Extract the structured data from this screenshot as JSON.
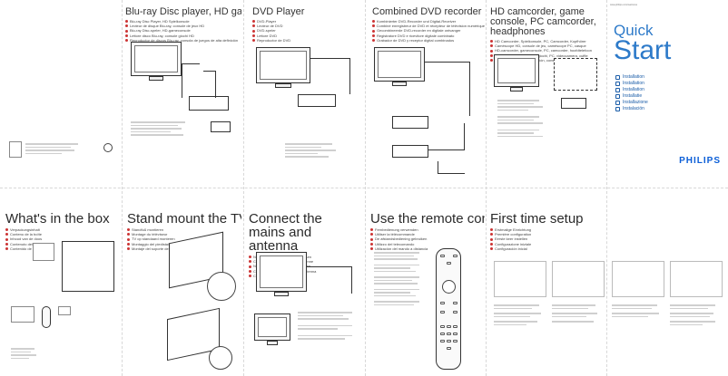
{
  "top_panels": [
    {
      "title": "Blu-ray Disc player, HD game console",
      "bullets": [
        "Blu-ray Disc Player, HD Spielkonsole",
        "Lecteur de disque Blu-ray, console de jeux HD",
        "Blu-ray Disc-speler, HD-gameconsole",
        "Lettore disco Blu-ray, console giochi HD",
        "Reproductor de discos Blu-ray, consola de juegos de alta definición"
      ]
    },
    {
      "title": "DVD Player",
      "bullets": [
        "DVD-Player",
        "Lecteur de DVD",
        "DVD-speler",
        "Lettore DVD",
        "Reproductor de DVD"
      ]
    },
    {
      "title": "Combined DVD recorder and Digital receiver",
      "bullets": [
        "Kombinierter DVD-Recorder und Digital-Receiver",
        "Combiné enregistreur de DVD et récepteur de télévision numérique",
        "Gecombineerde DVD-recorder en digitale ontvanger",
        "Registratore DVD e ricevitore digitale combinato",
        "Grabador de DVD y receptor digital combinados"
      ]
    },
    {
      "title": "HD camcorder, game console, PC camcorder, headphones",
      "bullets": [
        "HD Camcorder, Spielkonsole, PC, Camcorder, Kopfhörer",
        "Caméscope HD, console de jeu, caméscope PC, casque",
        "HD-camcorder, gameconsole, PC, camcorder, hoofdtelefoon",
        "Videocamera HD, console giochi, PC, videocamera, cuffie",
        "Videocámara de alta definición, consola de juegos, PC"
      ]
    }
  ],
  "cover": {
    "url_label": "www.philips.com/welcome",
    "quick": "Quick",
    "start": "Start",
    "languages": [
      "Installation",
      "Installation",
      "Installation",
      "Installatie",
      "Installazione",
      "Instalación"
    ],
    "brand": "PHILIPS"
  },
  "bottom_panels": [
    {
      "title": "What's in the box",
      "bullets": [
        "Verpackungsinhalt",
        "Contenu de la boîte",
        "Inhoud van de doos",
        "Contenuto della confezione",
        "Contenido de la caja"
      ]
    },
    {
      "title": "Stand mount the TV",
      "bullets": [
        "Standfuß montieren",
        "Montage du téléviseur",
        "TV op standaard monteren",
        "Montaggio del piedistallo e televisore",
        "Montaje del soporte del televisor"
      ]
    },
    {
      "title": "Connect the mains and antenna",
      "bullets": [
        "Netzkabel und Antenne anschließen",
        "Connexion du secteur et de l'antenne",
        "Netspanning en antenne aansluiten",
        "Collegamento alimentazione e antenna",
        "Conexión a la red y antena"
      ]
    },
    {
      "title": "Use the remote control",
      "bullets": [
        "Fernbedienung verwenden",
        "Utiliser la télécommande",
        "De afstandsbediening gebruiken",
        "Utilizzo del telecomando",
        "Utilización del mando a distancia"
      ]
    },
    {
      "title": "First time setup",
      "bullets": [
        "Erstmalige Einrichtung",
        "Première configuration",
        "Eerste keer instellen",
        "Configurazione iniziale",
        "Configuración inicial"
      ]
    }
  ],
  "colors": {
    "flag_accent": "#c8102e",
    "link_blue": "#1a5ca8",
    "line": "#333333"
  }
}
